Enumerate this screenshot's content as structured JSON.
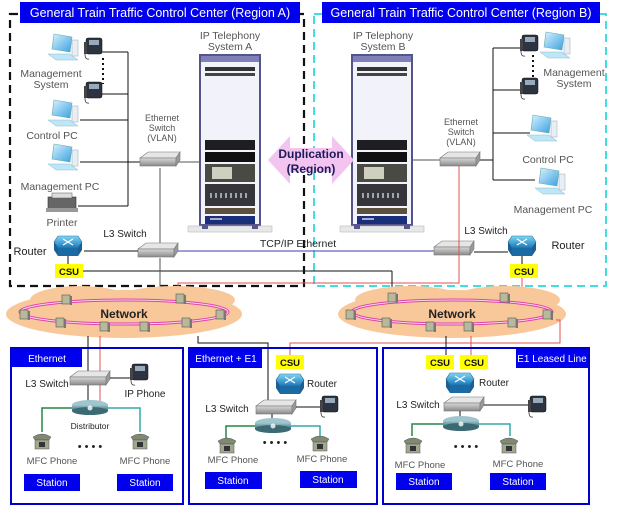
{
  "region_a": {
    "title": "General Train Traffic Control Center (Region  A)",
    "system_label_1": "IP Telephony",
    "system_label_2": "System A",
    "mgmt_system_1": "Management",
    "mgmt_system_2": "System",
    "control_pc": "Control PC",
    "management_pc": "Management PC",
    "printer": "Printer",
    "eth_switch_1": "Ethernet",
    "eth_switch_2": "Switch",
    "eth_switch_3": "(VLAN)",
    "l3_switch": "L3 Switch",
    "router": "Router",
    "csu": "CSU"
  },
  "region_b": {
    "title": "General Train Traffic Control Center (Region  B)",
    "system_label_1": "IP Telephony",
    "system_label_2": "System B",
    "mgmt_system_1": "Management",
    "mgmt_system_2": "System",
    "control_pc": "Control PC",
    "management_pc": "Management PC",
    "eth_switch_1": "Ethernet",
    "eth_switch_2": "Switch",
    "eth_switch_3": "(VLAN)",
    "l3_switch": "L3 Switch",
    "router": "Router",
    "csu": "CSU"
  },
  "duplication": {
    "line1": "Duplication",
    "line2": "(Region)"
  },
  "backbone_label": "TCP/IP Ethernet",
  "networks": {
    "left": "Network",
    "right": "Network"
  },
  "stations": [
    {
      "tag": "Ethernet",
      "l3_switch": "L3 Switch",
      "ip_phone": "IP Phone",
      "distributor": "Distributor",
      "mfc_left": "MFC  Phone",
      "mfc_right": "MFC  Phone",
      "dots": "• • • •",
      "station_left": "Station",
      "station_right": "Station"
    },
    {
      "tag": "Ethernet + E1",
      "csu": "CSU",
      "router": "Router",
      "l3_switch": "L3 Switch",
      "mfc_left": "MFC  Phone",
      "mfc_right": "MFC  Phone",
      "dots": "• • • •",
      "station_left": "Station",
      "station_right": "Station"
    },
    {
      "tag": "E1  Leased Line",
      "csu_left": "CSU",
      "csu_right": "CSU",
      "router": "Router",
      "l3_switch": "L3 Switch",
      "mfc_left": "MFC  Phone",
      "mfc_right": "MFC  Phone",
      "dots": "• • • •",
      "station_left": "Station",
      "station_right": "Station"
    }
  ],
  "colors": {
    "title_blue": "#0000ee",
    "csu_yellow": "#ffff00",
    "region_b_border": "#44dddd",
    "network_cloud": "#f9c89a",
    "ring": "#dd44aa",
    "backbone": "#6666bb",
    "red_link": "#dd5555",
    "duplication_arrow": "#f4c4f0"
  }
}
